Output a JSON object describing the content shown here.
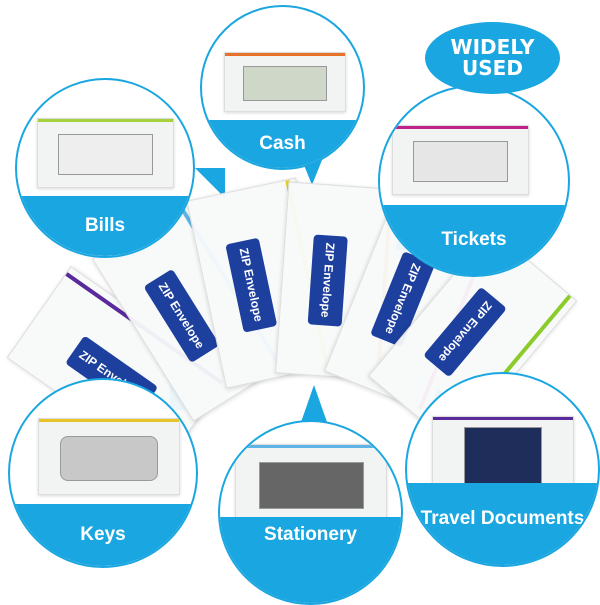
{
  "badge": {
    "line1": "WIDELY",
    "line2": "USED"
  },
  "product_label": "ZIP Envelope",
  "uses": [
    {
      "label": "Cash",
      "zip_color": "#e8712a"
    },
    {
      "label": "Bills",
      "zip_color": "#a5d13a"
    },
    {
      "label": "Tickets",
      "zip_color": "#c0208a"
    },
    {
      "label": "Keys",
      "zip_color": "#e8c42a"
    },
    {
      "label": "Stationery",
      "zip_color": "#5fb4e6"
    },
    {
      "label": "Travel Documents",
      "zip_color": "#5a2a9c"
    }
  ],
  "zip_colors": [
    "#5a2a9c",
    "#5fb4e6",
    "#e8d12a",
    "#e8712a",
    "#c0208a",
    "#8ccc2a"
  ],
  "accent": "#1aa6e0"
}
